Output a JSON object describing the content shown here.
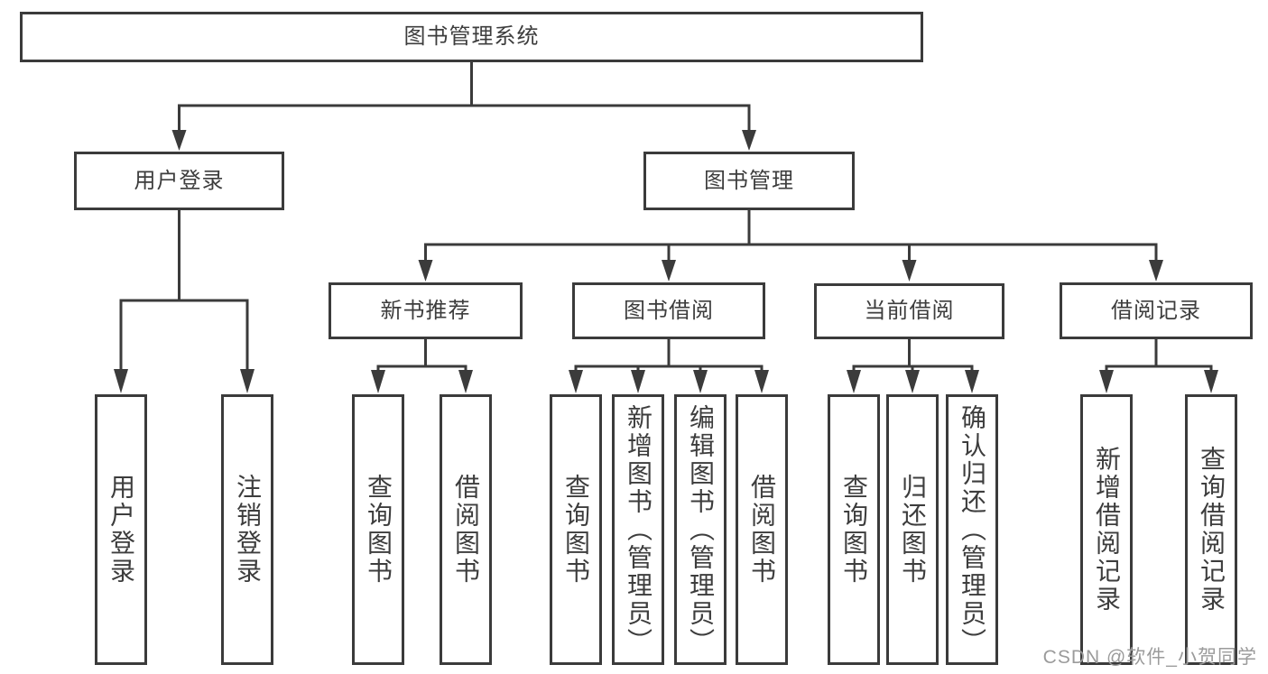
{
  "diagram": {
    "type": "hierarchy-tree",
    "root": "图书管理系统",
    "branches": [
      {
        "label": "用户登录",
        "children": [
          "用户登录",
          "注销登录"
        ]
      },
      {
        "label": "图书管理",
        "children": [
          {
            "label": "新书推荐",
            "children": [
              "查询图书",
              "借阅图书"
            ]
          },
          {
            "label": "图书借阅",
            "children": [
              "查询图书",
              "新增图书（管理员）",
              "编辑图书（管理员）",
              "借阅图书"
            ]
          },
          {
            "label": "当前借阅",
            "children": [
              "查询图书",
              "归还图书",
              "确认归还（管理员）"
            ]
          },
          {
            "label": "借阅记录",
            "children": [
              "新增借阅记录",
              "查询借阅记录"
            ]
          }
        ]
      }
    ]
  },
  "colors": {
    "line": "#3b3b3b",
    "box_border": "#3b3b3b",
    "text": "#3d3d3d",
    "background": "#ffffff",
    "watermark": "#9b9b9b"
  },
  "watermark": {
    "text": "CSDN @软件_小贺同学"
  }
}
